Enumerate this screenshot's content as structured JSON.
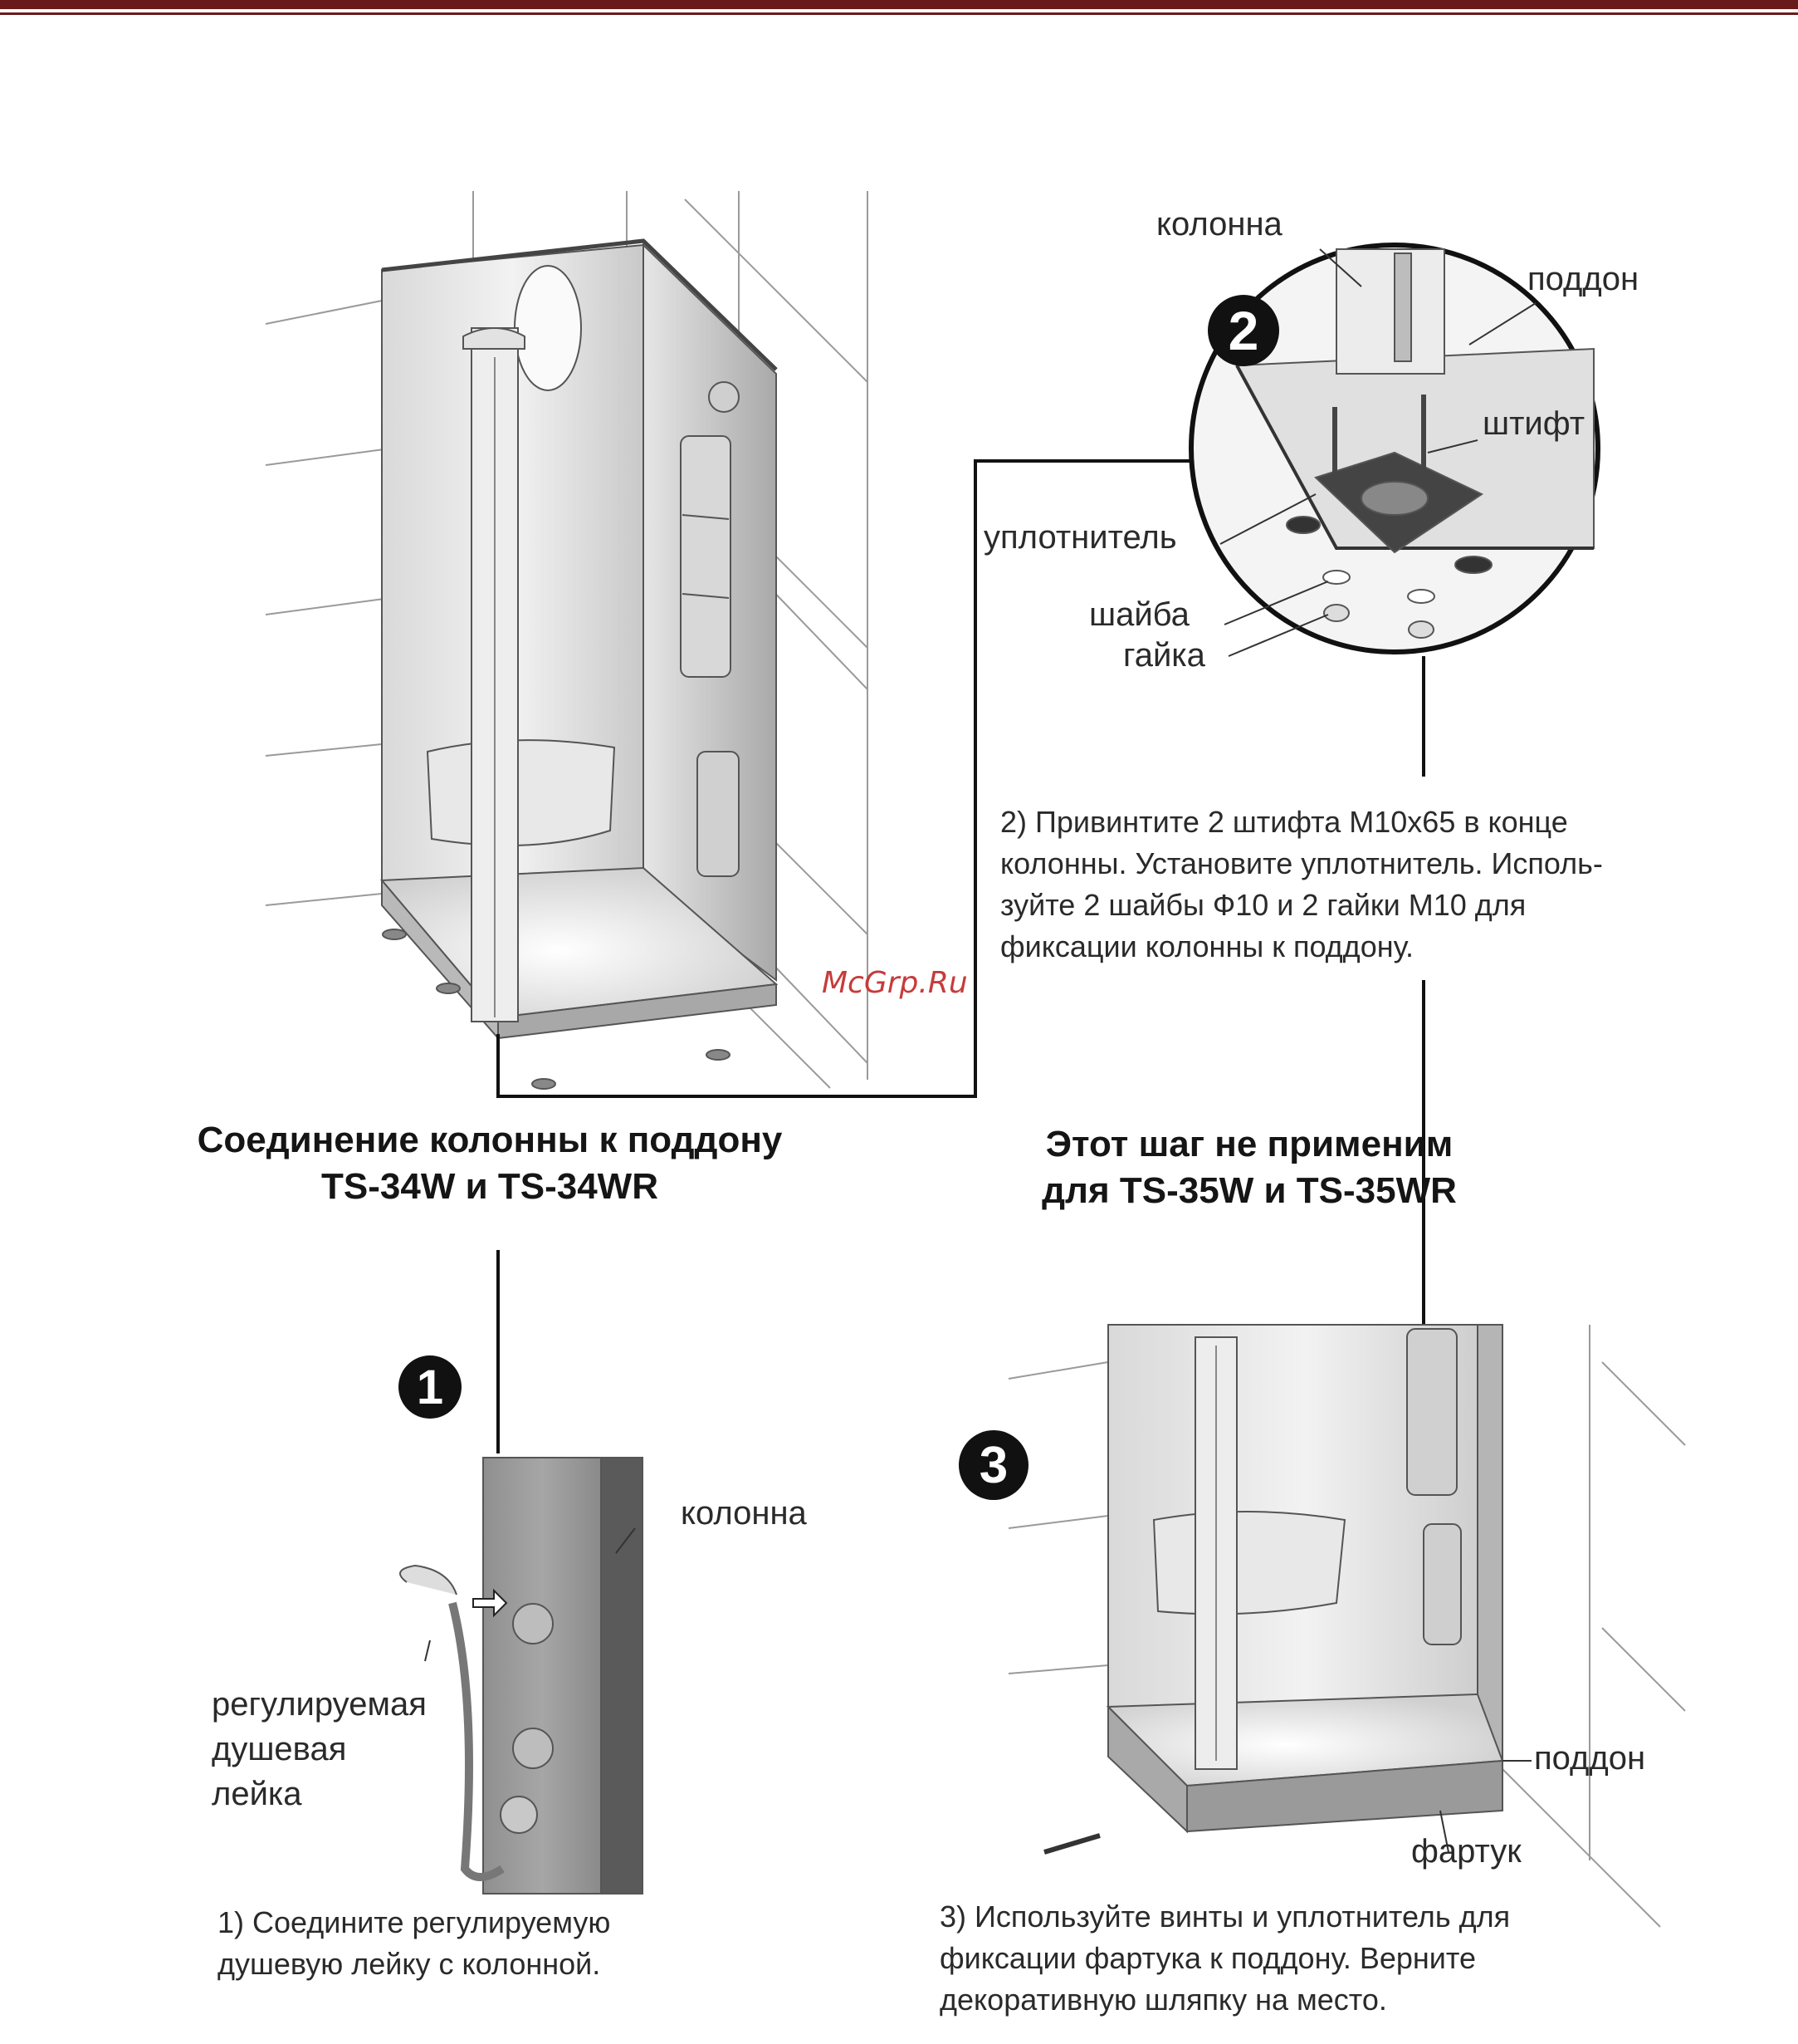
{
  "watermark": "McGrp.Ru",
  "heading_left": {
    "line1": "Соединение колонны к поддону",
    "line2": "TS-34W и TS-34WR"
  },
  "heading_right": {
    "line1": "Этот шаг не применим",
    "line2": "для TS-35W и TS-35WR"
  },
  "step1": {
    "number": "1",
    "labels": {
      "column": "колонна",
      "shower_line1": "регулируемая",
      "shower_line2": "душевая",
      "shower_line3": "лейка"
    },
    "caption": {
      "line1": "1) Соедините регулируемую",
      "line2": "душевую лейку с колонной."
    }
  },
  "step2": {
    "number": "2",
    "labels": {
      "column": "колонна",
      "tray": "поддон",
      "pin": "штифт",
      "seal": "уплотнитель",
      "washer": "шайба",
      "nut": "гайка"
    },
    "caption": {
      "line1": "2) Привинтите 2 штифта М10х65 в конце",
      "line2": "колонны. Установите уплотнитель. Исполь-",
      "line3": "зуйте 2 шайбы Ф10 и 2 гайки М10 для",
      "line4": "фиксации колонны к поддону."
    }
  },
  "step3": {
    "number": "3",
    "labels": {
      "tray": "поддон",
      "apron": "фартук"
    },
    "caption": {
      "line1": "3) Используйте винты и уплотнитель для",
      "line2": "фиксации фартука к поддону. Верните",
      "line3": "декоративную шляпку на место."
    }
  },
  "colors": {
    "header_bar": "#6b1a1a",
    "watermark": "#c63b3b",
    "badge": "#111111"
  }
}
